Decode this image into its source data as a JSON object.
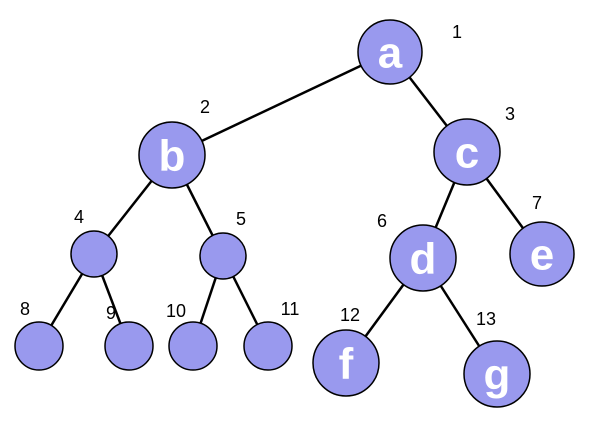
{
  "colors": {
    "node_fill": "#9999ee",
    "node_stroke": "#000000",
    "edge": "#000000",
    "letter": "#ffffff"
  },
  "tree": {
    "nodes": [
      {
        "id": "a",
        "letter": "a",
        "number": "1"
      },
      {
        "id": "b",
        "letter": "b",
        "number": "2"
      },
      {
        "id": "c",
        "letter": "c",
        "number": "3"
      },
      {
        "id": "n4",
        "letter": "",
        "number": "4"
      },
      {
        "id": "n5",
        "letter": "",
        "number": "5"
      },
      {
        "id": "d",
        "letter": "d",
        "number": "6"
      },
      {
        "id": "e",
        "letter": "e",
        "number": "7"
      },
      {
        "id": "n8",
        "letter": "",
        "number": "8"
      },
      {
        "id": "n9",
        "letter": "",
        "number": "9"
      },
      {
        "id": "n10",
        "letter": "",
        "number": "10"
      },
      {
        "id": "n11",
        "letter": "",
        "number": "11"
      },
      {
        "id": "f",
        "letter": "f",
        "number": "12"
      },
      {
        "id": "g",
        "letter": "g",
        "number": "13"
      }
    ],
    "edges": [
      [
        "a",
        "b"
      ],
      [
        "a",
        "c"
      ],
      [
        "b",
        "n4"
      ],
      [
        "b",
        "n5"
      ],
      [
        "c",
        "d"
      ],
      [
        "c",
        "e"
      ],
      [
        "n4",
        "n8"
      ],
      [
        "n4",
        "n9"
      ],
      [
        "n5",
        "n10"
      ],
      [
        "n5",
        "n11"
      ],
      [
        "d",
        "f"
      ],
      [
        "d",
        "g"
      ]
    ]
  }
}
